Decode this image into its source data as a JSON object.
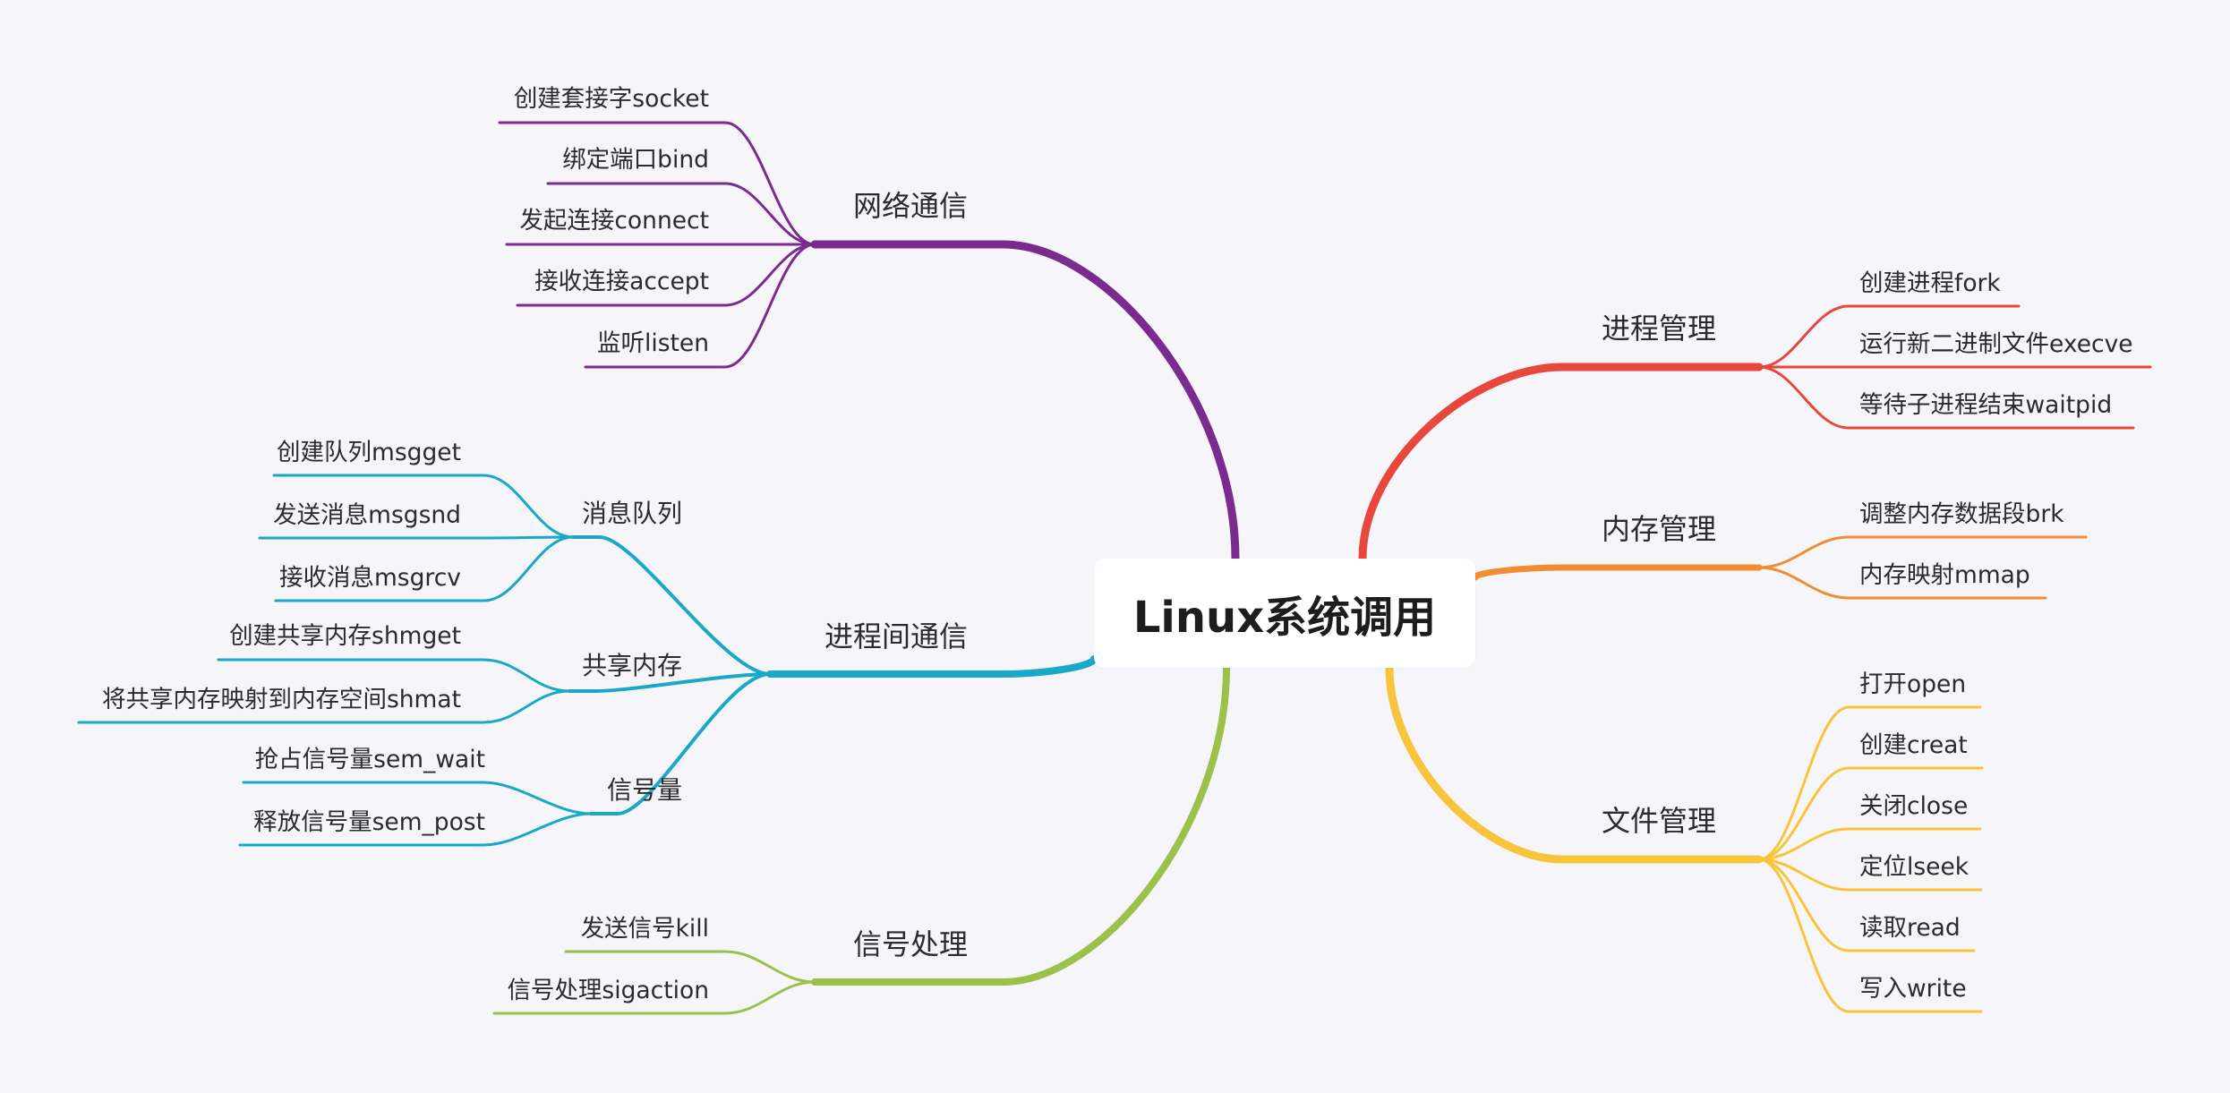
{
  "root": "Linux系统调用",
  "colors": {
    "network": "#7b2a90",
    "ipc": "#1aa8c8",
    "signal": "#9cc14a",
    "process": "#e8473c",
    "memory": "#f08d33",
    "file": "#f8c43c"
  },
  "branches": {
    "network": {
      "label": "网络通信",
      "leaves": [
        "创建套接字socket",
        "绑定端口bind",
        "发起连接connect",
        "接收连接accept",
        "监听listen"
      ]
    },
    "ipc": {
      "label": "进程间通信",
      "groups": [
        {
          "label": "消息队列",
          "leaves": [
            "创建队列msgget",
            "发送消息msgsnd",
            "接收消息msgrcv"
          ]
        },
        {
          "label": "共享内存",
          "leaves": [
            "创建共享内存shmget",
            "将共享内存映射到内存空间shmat"
          ]
        },
        {
          "label": "信号量",
          "leaves": [
            "抢占信号量sem_wait",
            "释放信号量sem_post"
          ]
        }
      ]
    },
    "signal": {
      "label": "信号处理",
      "leaves": [
        "发送信号kill",
        "信号处理sigaction"
      ]
    },
    "process": {
      "label": "进程管理",
      "leaves": [
        "创建进程fork",
        "运行新二进制文件execve",
        "等待子进程结束waitpid"
      ]
    },
    "memory": {
      "label": "内存管理",
      "leaves": [
        "调整内存数据段brk",
        "内存映射mmap"
      ]
    },
    "file": {
      "label": "文件管理",
      "leaves": [
        "打开open",
        "创建creat",
        "关闭close",
        "定位lseek",
        "读取read",
        "写入write"
      ]
    }
  }
}
